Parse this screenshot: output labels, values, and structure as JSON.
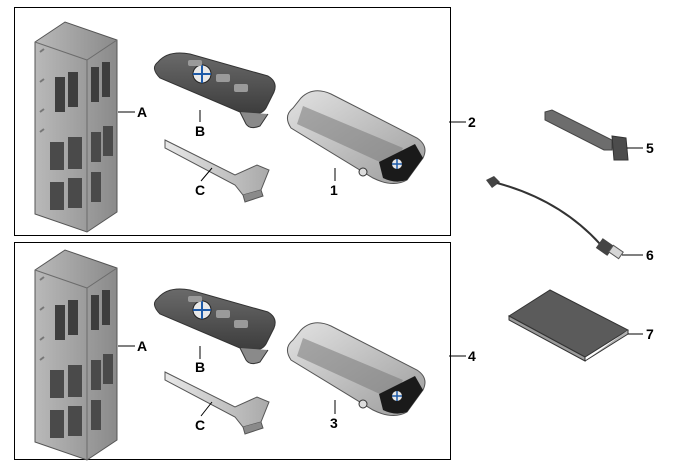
{
  "callouts": {
    "item_1": "1",
    "item_2": "2",
    "item_3": "3",
    "item_4": "4",
    "item_5": "5",
    "item_6": "6",
    "item_7": "7",
    "item_a_top": "A",
    "item_b_top": "B",
    "item_c_top": "C",
    "item_a_bottom": "A",
    "item_b_bottom": "B",
    "item_c_bottom": "C"
  },
  "icons": {
    "control_module": "control-unit-icon",
    "key_fob": "bmw-key-fob-icon",
    "emergency_key": "key-blade-icon",
    "display_key": "display-key-icon",
    "tool": "flat-tool-icon",
    "usb_cable": "usb-cable-icon",
    "document": "booklet-icon"
  },
  "colors": {
    "line": "#000000",
    "part_dark": "#5a5a5a",
    "part_mid": "#8e8e8e",
    "part_light": "#c9c9c9"
  }
}
